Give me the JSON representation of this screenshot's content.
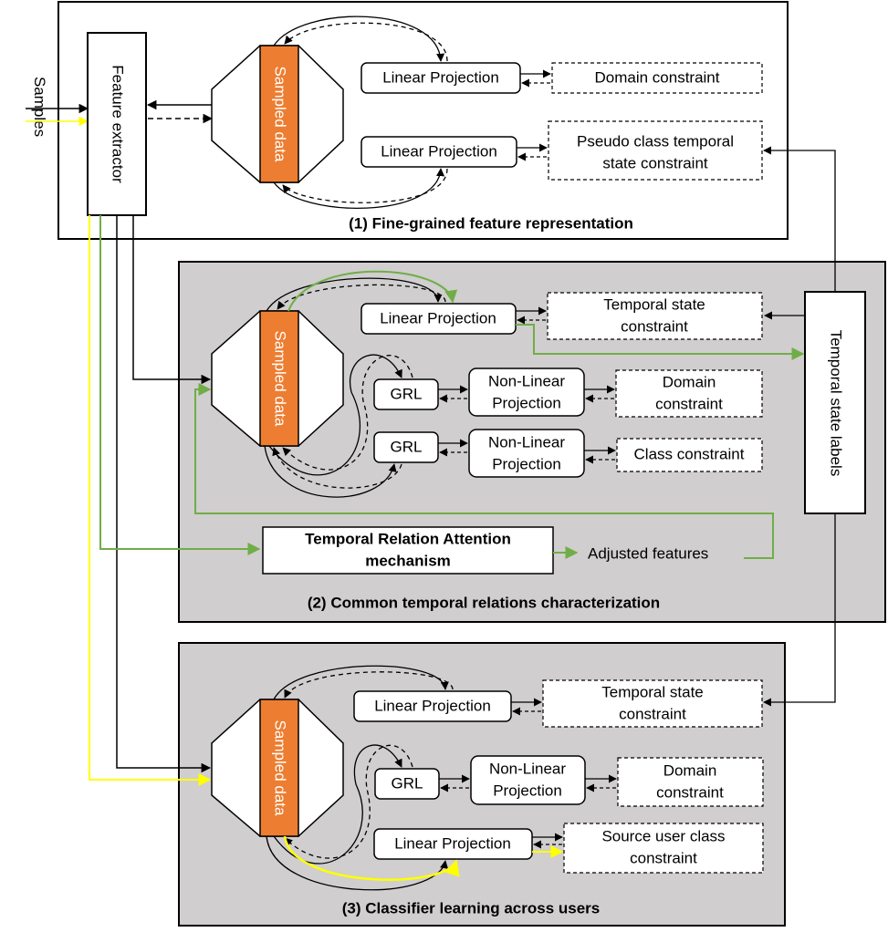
{
  "samples_label": "Samples",
  "feature_extractor_label": "Feature extractor",
  "temporal_state_labels_label": "Temporal state labels",
  "sections": {
    "s1": {
      "title": "(1) Fine-grained feature representation",
      "sampled_data": "Sampled data",
      "proj_top": "Linear Projection",
      "proj_bottom": "Linear Projection",
      "domain_constraint": "Domain constraint",
      "pseudo_line1": "Pseudo class temporal",
      "pseudo_line2": "state constraint"
    },
    "s2": {
      "title": "(2) Common temporal relations characterization",
      "sampled_data": "Sampled data",
      "linear_projection": "Linear Projection",
      "temporal_state_line1": "Temporal state",
      "temporal_state_line2": "constraint",
      "grl_1": "GRL",
      "grl_2": "GRL",
      "nonlinear_1_line1": "Non-Linear",
      "nonlinear_1_line2": "Projection",
      "nonlinear_2_line1": "Non-Linear",
      "nonlinear_2_line2": "Projection",
      "domain_line1": "Domain",
      "domain_line2": "constraint",
      "class_constraint": "Class constraint",
      "attention_line1": "Temporal Relation Attention",
      "attention_line2": "mechanism",
      "adjusted_features": "Adjusted features"
    },
    "s3": {
      "title": "(3) Classifier learning across users",
      "sampled_data": "Sampled data",
      "linear_projection_top": "Linear Projection",
      "temporal_state_line1": "Temporal state",
      "temporal_state_line2": "constraint",
      "grl": "GRL",
      "nonlinear_line1": "Non-Linear",
      "nonlinear_line2": "Projection",
      "domain_line1": "Domain",
      "domain_line2": "constraint",
      "linear_projection_bottom": "Linear Projection",
      "source_line1": "Source user class",
      "source_line2": "constraint"
    }
  },
  "colors": {
    "orange": "#ED7D31",
    "green": "#70AD47",
    "yellow": "#FFFF00",
    "panel_gray": "#D0CECE",
    "box_fill": "#FFFFFF",
    "stroke": "#000000"
  }
}
